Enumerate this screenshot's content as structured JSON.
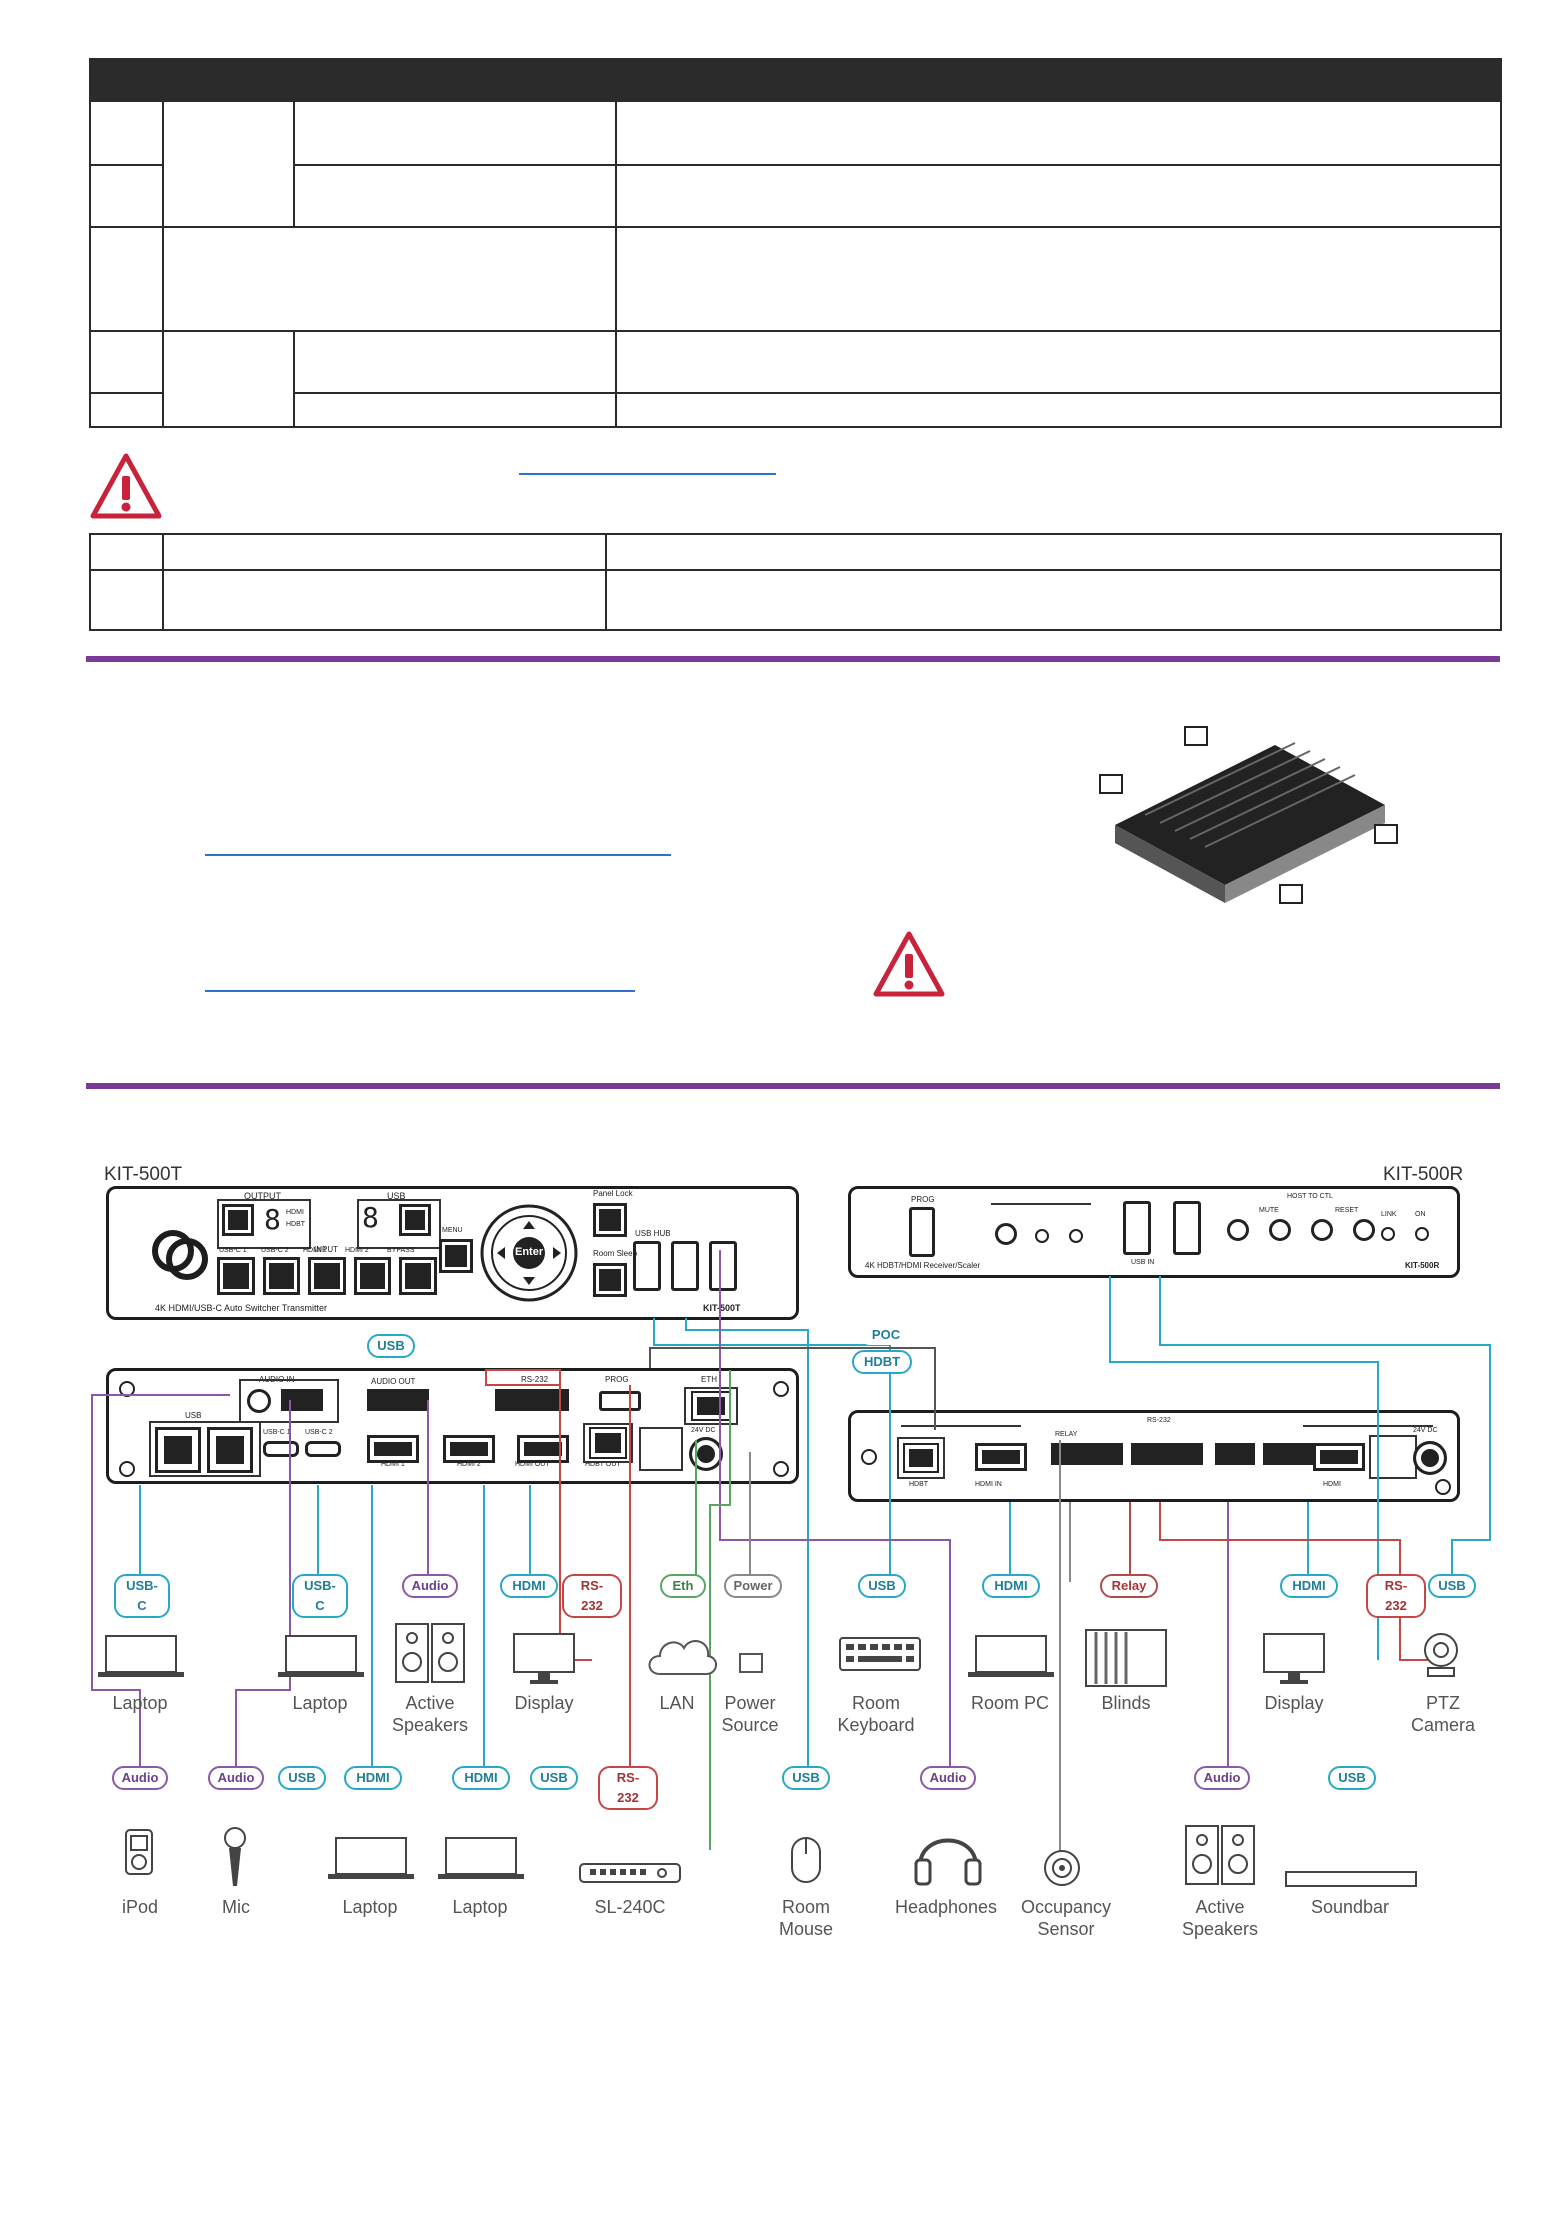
{
  "diagram": {
    "tx_name": "KIT-500T",
    "rx_name": "KIT-500R",
    "tx_front_caption": "4K HDMI/USB-C Auto Switcher Transmitter",
    "tx_front_model": "KIT-500T",
    "tx_front_labels": {
      "output": "OUTPUT",
      "hdmi": "HDMI",
      "hdbt": "HDBT",
      "usb": "USB",
      "input": "INPUT",
      "usb_c1": "USB-C 1",
      "usb_c2": "USB-C 2",
      "hdmi1": "HDMI 1",
      "hdmi2": "HDMI 2",
      "bypass": "BYPASS",
      "menu": "MENU",
      "enter": "Enter",
      "panel_lock": "Panel Lock",
      "room_sleep": "Room Sleep",
      "usb_hub": "USB HUB"
    },
    "rx_front_caption": "4K HDBT/HDMI Receiver/Scaler",
    "rx_front_model": "KIT-500R",
    "rx_front_labels": {
      "prog": "PROG",
      "mute": "MUTE",
      "reset": "RESET",
      "host_to_ctl": "HOST TO CTL",
      "usb_in": "USB IN",
      "link": "LINK",
      "on": "ON"
    },
    "tx_rear_labels": {
      "audio_in": "AUDIO IN",
      "usb": "USB",
      "usb_c1": "USB-C 1",
      "usb_c2": "USB-C 2",
      "audio_out": "AUDIO OUT",
      "rs232": "RS-232",
      "prog": "PROG",
      "eth": "ETH",
      "hdmi1": "HDMI 1",
      "hdmi2": "HDMI 2",
      "hdmi_out": "HDMI OUT",
      "hdbt_out": "HDBT OUT",
      "dc": "24V DC"
    },
    "rx_rear_labels": {
      "hdbt": "HDBT",
      "hdmi_in": "HDMI IN",
      "hdmi_out": "HDMI",
      "relay": "RELAY",
      "rs232": "RS-232",
      "dc": "24V DC"
    },
    "connection_pills": {
      "usb_top": "USB",
      "poc": "POC",
      "hdbt": "HDBT",
      "usbc_a": "USB-C",
      "usbc_b": "USB-C",
      "audio_spk": "Audio",
      "hdmi_disp": "HDMI",
      "rs232_disp": "RS-232",
      "eth": "Eth",
      "power": "Power",
      "usb_kbd": "USB",
      "hdmi_pc": "HDMI",
      "relay": "Relay",
      "hdmi_disp2": "HDMI",
      "rs232_cam": "RS-232",
      "usb_cam": "USB",
      "audio_ipod": "Audio",
      "audio_mic": "Audio",
      "usb_lap1": "USB",
      "hdmi_lap1": "HDMI",
      "hdmi_lap2": "HDMI",
      "usb_lap2": "USB",
      "rs232_sl": "RS-232",
      "usb_mouse": "USB",
      "audio_hp": "Audio",
      "audio_spk2": "Audio",
      "usb_sb": "USB"
    },
    "devices": {
      "laptop1": "Laptop",
      "laptop2": "Laptop",
      "active_speakers": "Active Speakers",
      "display1": "Display",
      "lan": "LAN",
      "power_source": "Power Source",
      "room_keyboard": "Room Keyboard",
      "room_pc": "Room PC",
      "blinds": "Blinds",
      "display2": "Display",
      "ptz_camera": "PTZ Camera",
      "ipod": "iPod",
      "mic": "Mic",
      "laptop3": "Laptop",
      "laptop4": "Laptop",
      "sl240c": "SL-240C",
      "room_mouse": "Room Mouse",
      "headphones": "Headphones",
      "occupancy_sensor": "Occupancy Sensor",
      "active_speakers2": "Active Speakers",
      "soundbar": "Soundbar"
    }
  },
  "colors": {
    "rule": "#7a3b97",
    "link": "#2f6fce",
    "warning": "#c8233b",
    "usb": "#27a8c6",
    "audio": "#8a58a6",
    "rs232": "#c64545",
    "eth": "#5aa561"
  }
}
